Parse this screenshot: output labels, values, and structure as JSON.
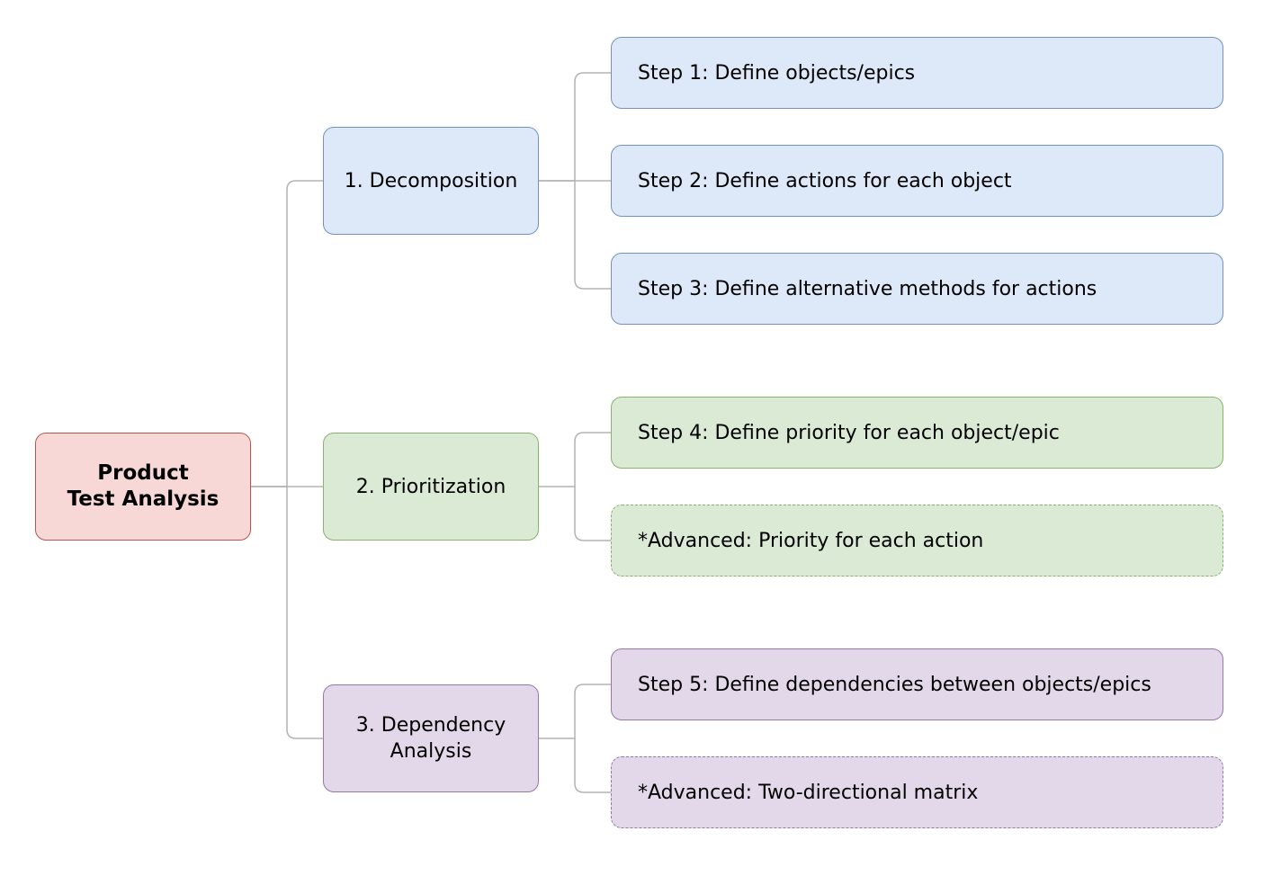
{
  "root": {
    "line1": "Product",
    "line2": "Test Analysis"
  },
  "categories": [
    {
      "label": "1. Decomposition",
      "steps": [
        "Step 1: Define objects/epics",
        "Step 2: Define actions for each object",
        "Step 3: Define alternative methods for actions"
      ]
    },
    {
      "label": "2. Prioritization",
      "steps": [
        "Step 4: Define priority for each object/epic",
        "*Advanced: Priority for each action"
      ]
    },
    {
      "line1": "3. Dependency",
      "line2": "Analysis",
      "steps": [
        "Step 5: Define dependencies between objects/epics",
        "*Advanced: Two-directional matrix"
      ]
    }
  ],
  "colors": {
    "root_fill": "#f8d8d6",
    "root_stroke": "#b85450",
    "decomposition_fill": "#dde8f9",
    "decomposition_stroke": "#7290c2",
    "prioritization_fill": "#dbead5",
    "prioritization_stroke": "#85b567",
    "dependency_fill": "#e3d8e9",
    "dependency_stroke": "#9876a7",
    "connector": "#b3b3b3"
  }
}
